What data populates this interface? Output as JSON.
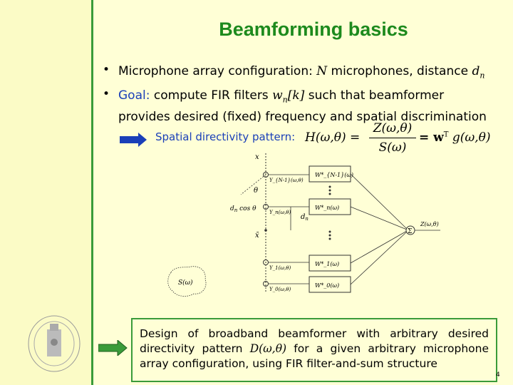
{
  "slide": {
    "title": "Beamforming basics",
    "bullets": [
      {
        "text_main": "Microphone array configuration: ",
        "text_n": "N",
        "text_rest": " microphones, distance ",
        "text_dn": "d",
        "text_dn_sub": "n"
      },
      {
        "goal_label": "Goal:",
        "text_1": " compute FIR filters ",
        "text_w": "w",
        "text_w_sub": "n",
        "text_k": "[k]",
        "text_2": " such that beamformer",
        "line2": "provides desired (fixed) frequency and spatial discrimination"
      }
    ],
    "spatial_label": "Spatial directivity pattern:",
    "formula": {
      "lhs": "H(ω,θ) =",
      "numerator": "Z(ω,θ)",
      "denominator": "S(ω)",
      "rhs": "= w",
      "rhs_sup": "T",
      "rhs_tail": " g(ω,θ)"
    },
    "diagram": {
      "x_axis": "x",
      "theta": "θ",
      "dn_cos": "d",
      "dn_cos_sub": "n",
      "dn_cos_tail": " cos θ",
      "dn_label": "d",
      "dn_label_sub": "n",
      "x_bar": "x̄",
      "mic_signals": [
        "Y_{N-1}(ω,θ)",
        "Y_n(ω,θ)",
        "Y_1(ω,θ)",
        "Y_0(ω,θ)"
      ],
      "filters": [
        "W*_{N-1}(ω)",
        "W*_n(ω)",
        "W*_1(ω)",
        "W*_0(ω)"
      ],
      "sum_symbol": "Σ",
      "output": "Z(ω,θ)",
      "source": "S(ω)"
    },
    "box": {
      "text_1": "Design of broadband beamformer with arbitrary desired directivity pattern ",
      "d_symbol": "D(ω,θ)",
      "text_2": " for a given arbitrary microphone array configuration, using FIR filter-and-sum structure"
    },
    "page_number": "4",
    "colors": {
      "title": "#1d8a1d",
      "accent_blue": "#1a3fb8",
      "arrow": "#3a9b3a",
      "background": "#ffffd6"
    }
  }
}
